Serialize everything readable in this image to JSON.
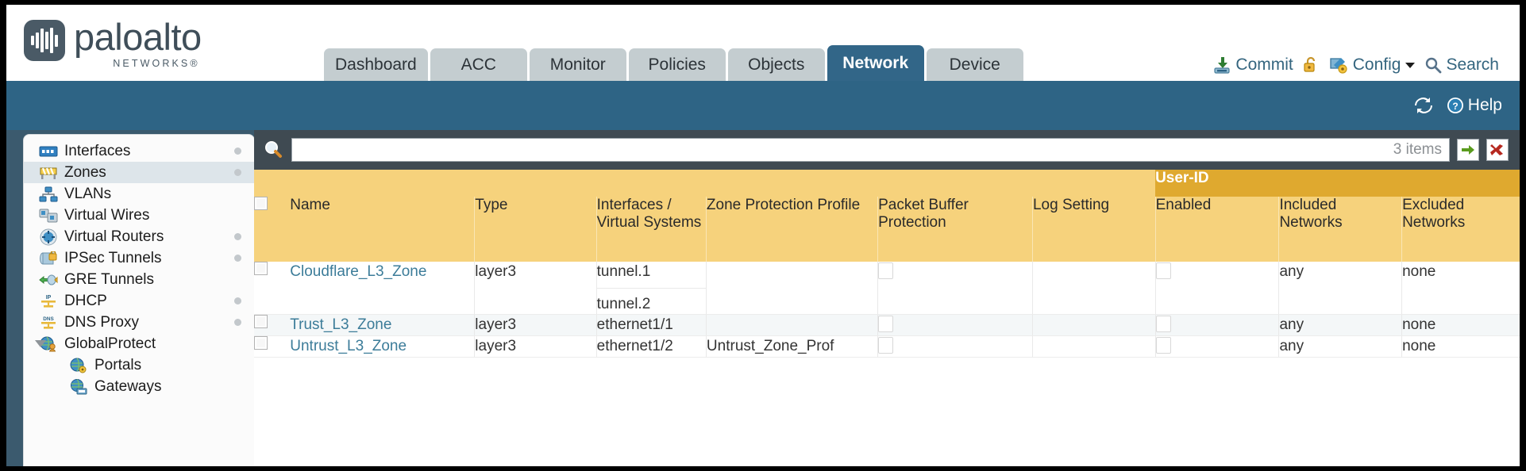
{
  "brand": {
    "name": "paloalto",
    "sub": "NETWORKS®"
  },
  "header": {
    "tabs": [
      {
        "label": "Dashboard",
        "active": false
      },
      {
        "label": "ACC",
        "active": false
      },
      {
        "label": "Monitor",
        "active": false
      },
      {
        "label": "Policies",
        "active": false
      },
      {
        "label": "Objects",
        "active": false
      },
      {
        "label": "Network",
        "active": true
      },
      {
        "label": "Device",
        "active": false
      }
    ],
    "actions": {
      "commit": "Commit",
      "config": "Config",
      "search": "Search"
    },
    "icons": {
      "commit": "commit-save-icon",
      "lock": "lock-open-icon",
      "config": "config-key-icon",
      "caret": "chevron-down-icon",
      "search": "search-icon"
    }
  },
  "band": {
    "refresh_icon": "refresh-icon",
    "help": "Help",
    "help_icon": "help-question-icon"
  },
  "sidebar": {
    "items": [
      {
        "label": "Interfaces",
        "icon": "interfaces-icon",
        "dot": true,
        "child": false,
        "selected": false,
        "expander": false
      },
      {
        "label": "Zones",
        "icon": "zones-icon",
        "dot": true,
        "child": false,
        "selected": true,
        "expander": false
      },
      {
        "label": "VLANs",
        "icon": "vlans-icon",
        "dot": false,
        "child": false,
        "selected": false,
        "expander": false
      },
      {
        "label": "Virtual Wires",
        "icon": "virtual-wires-icon",
        "dot": false,
        "child": false,
        "selected": false,
        "expander": false
      },
      {
        "label": "Virtual Routers",
        "icon": "virtual-routers-icon",
        "dot": true,
        "child": false,
        "selected": false,
        "expander": false
      },
      {
        "label": "IPSec Tunnels",
        "icon": "ipsec-tunnels-icon",
        "dot": true,
        "child": false,
        "selected": false,
        "expander": false
      },
      {
        "label": "GRE Tunnels",
        "icon": "gre-tunnels-icon",
        "dot": false,
        "child": false,
        "selected": false,
        "expander": false
      },
      {
        "label": "DHCP",
        "icon": "dhcp-icon",
        "dot": true,
        "child": false,
        "selected": false,
        "expander": false
      },
      {
        "label": "DNS Proxy",
        "icon": "dns-proxy-icon",
        "dot": true,
        "child": false,
        "selected": false,
        "expander": false
      },
      {
        "label": "GlobalProtect",
        "icon": "globalprotect-icon",
        "dot": false,
        "child": false,
        "selected": false,
        "expander": true
      },
      {
        "label": "Portals",
        "icon": "portals-icon",
        "dot": false,
        "child": true,
        "selected": false,
        "expander": false
      },
      {
        "label": "Gateways",
        "icon": "gateways-icon",
        "dot": false,
        "child": true,
        "selected": false,
        "expander": false
      }
    ]
  },
  "toolbar": {
    "search_placeholder": "",
    "search_value": "",
    "item_count": "3 items",
    "apply_icon": "green-arrow-apply-icon",
    "clear_icon": "red-x-clear-icon",
    "search_icon": "search-magnifier-icon"
  },
  "table": {
    "group_header": {
      "label": "User-ID",
      "span": 3
    },
    "columns": [
      "Name",
      "Type",
      "Interfaces / Virtual Systems",
      "Zone Protection Profile",
      "Packet Buffer Protection",
      "Log Setting",
      "Enabled",
      "Included Networks",
      "Excluded Networks"
    ],
    "rows": [
      {
        "name": "Cloudflare_L3_Zone",
        "type": "layer3",
        "interfaces": [
          "tunnel.1",
          "tunnel.2"
        ],
        "zone_protection_profile": "",
        "packet_buffer_protection": false,
        "log_setting": "",
        "userid_enabled": false,
        "included_networks": "any",
        "excluded_networks": "none"
      },
      {
        "name": "Trust_L3_Zone",
        "type": "layer3",
        "interfaces": [
          "ethernet1/1"
        ],
        "zone_protection_profile": "",
        "packet_buffer_protection": false,
        "log_setting": "",
        "userid_enabled": false,
        "included_networks": "any",
        "excluded_networks": "none"
      },
      {
        "name": "Untrust_L3_Zone",
        "type": "layer3",
        "interfaces": [
          "ethernet1/2"
        ],
        "zone_protection_profile": "Untrust_Zone_Prof",
        "packet_buffer_protection": false,
        "log_setting": "",
        "userid_enabled": false,
        "included_networks": "any",
        "excluded_networks": "none"
      }
    ]
  },
  "colors": {
    "brand_dark": "#3f4e59",
    "tab_active": "#326688",
    "tab_inactive": "#c4cdd0",
    "band_blue": "#2e6485",
    "body_blue": "#3b5a6e",
    "toolbar_dark": "#3f4a52",
    "header_gold": "#f6d27c",
    "group_gold": "#dfa92f",
    "link_blue": "#3c7c99",
    "row_alt": "#f4f7f8"
  }
}
